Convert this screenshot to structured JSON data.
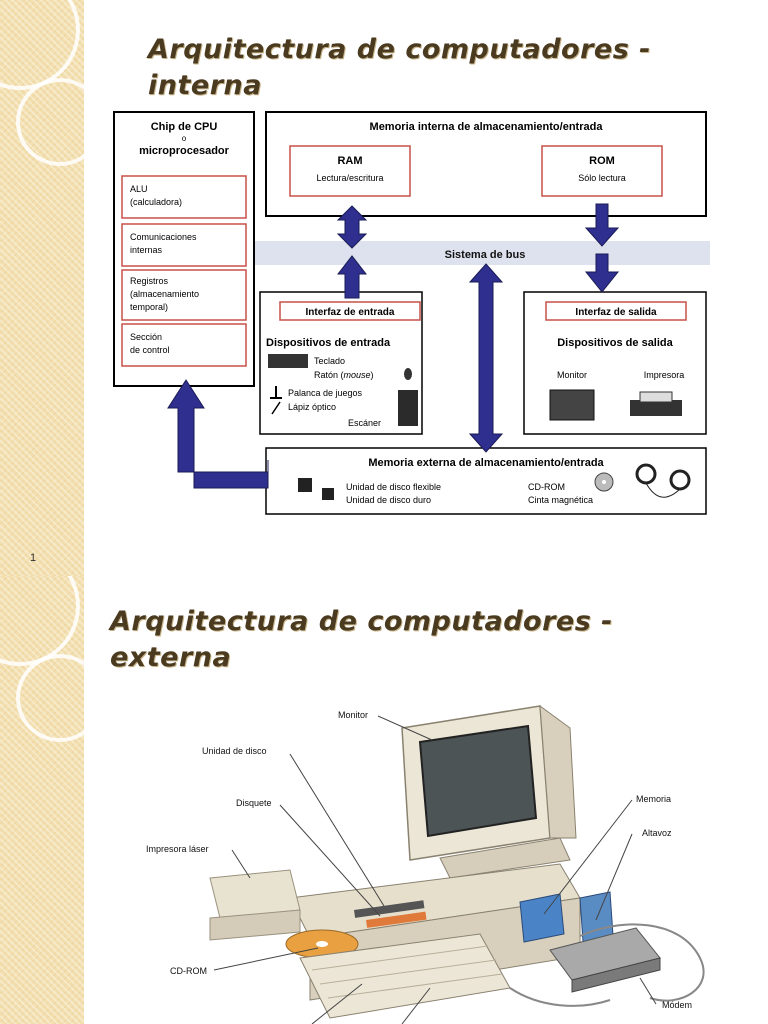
{
  "slide1": {
    "title_line1": "Arquitectura de computadores -",
    "title_line2": "interna",
    "page_number": "1",
    "diagram": {
      "cpu": {
        "heading1": "Chip de CPU",
        "heading2": "o",
        "heading3": "microprocesador",
        "alu_line1": "ALU",
        "alu_line2": "(calculadora)",
        "comm_line1": "Comunicaciones",
        "comm_line2": "internas",
        "reg_line1": "Registros",
        "reg_line2": "(almacenamiento",
        "reg_line3": "temporal)",
        "sec_line1": "Sección",
        "sec_line2": "de control"
      },
      "memory": {
        "heading": "Memoria interna de almacenamiento/entrada",
        "ram_title": "RAM",
        "ram_desc": "Lectura/escritura",
        "rom_title": "ROM",
        "rom_desc": "Sólo lectura"
      },
      "bus_label": "Sistema de bus",
      "input": {
        "interface": "Interfaz de entrada",
        "devices": "Dispositivos de entrada",
        "keyboard": "Teclado",
        "mouse_prefix": "Ratón (",
        "mouse_word": "mouse",
        "mouse_suffix": ")",
        "joystick": "Palanca de juegos",
        "pen": "Lápiz óptico",
        "scanner": "Escáner"
      },
      "output": {
        "interface": "Interfaz de salida",
        "devices": "Dispositivos de salida",
        "monitor": "Monitor",
        "printer": "Impresora"
      },
      "external": {
        "heading": "Memoria externa de almacenamiento/entrada",
        "floppy": "Unidad de disco flexible",
        "hdd": "Unidad de disco duro",
        "cdrom": "CD-ROM",
        "tape": "Cinta magnética"
      }
    }
  },
  "slide2": {
    "title_line1": "Arquitectura de computadores -",
    "title_line2": "externa",
    "labels": {
      "monitor": "Monitor",
      "disk_drive": "Unidad de disco",
      "floppy": "Disquete",
      "laser_printer": "Impresora láser",
      "cdrom": "CD-ROM",
      "memory": "Memoria",
      "speaker": "Altavoz",
      "modem": "Módem"
    }
  },
  "colors": {
    "sidebar": "#f3dfae",
    "title": "#4a3a20",
    "arrow": "#2e2f8f",
    "box_border": "#c8504a",
    "bus": "#dde2ee"
  }
}
